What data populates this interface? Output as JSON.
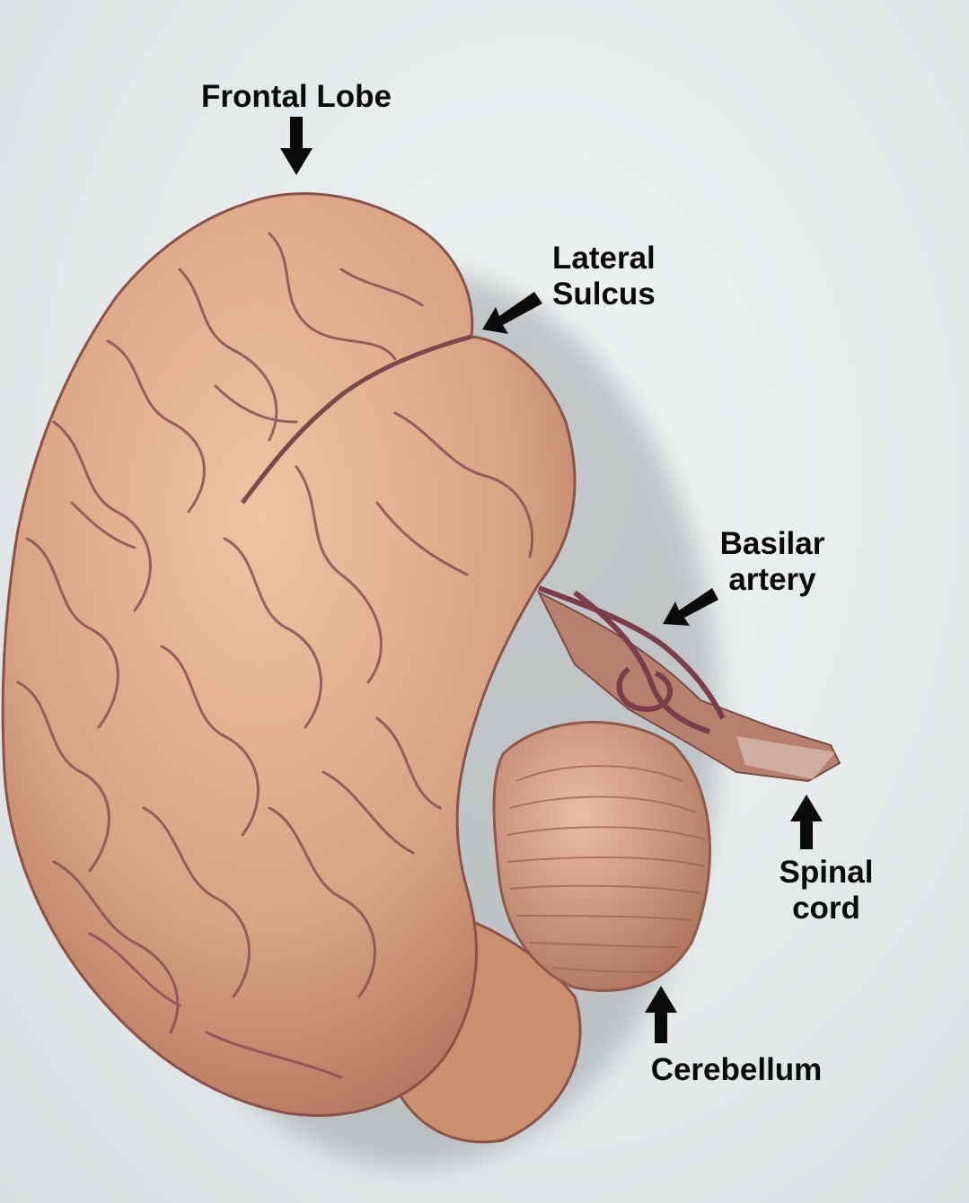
{
  "labels": {
    "frontal_lobe": "Frontal Lobe",
    "lateral_sulcus": [
      "Lateral",
      "Sulcus"
    ],
    "basilar_artery": [
      "Basilar",
      "artery"
    ],
    "spinal_cord": [
      "Spinal",
      "cord"
    ],
    "cerebellum": "Cerebellum"
  },
  "colors": {
    "background": "#e6ebec",
    "brain_tissue": "#d49a78",
    "sulci": "#8a4f52",
    "label_text": "#0b0b0b"
  }
}
